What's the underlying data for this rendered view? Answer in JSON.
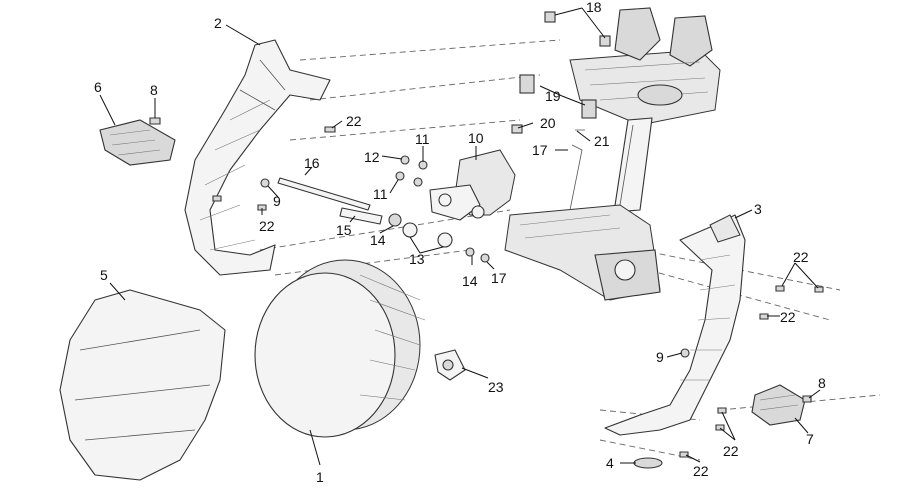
{
  "diagram": {
    "callouts": [
      "1",
      "2",
      "3",
      "4",
      "5",
      "6",
      "7",
      "8",
      "9",
      "10",
      "11",
      "12",
      "13",
      "14",
      "15",
      "16",
      "17",
      "18",
      "19",
      "20",
      "21",
      "22"
    ],
    "extra_callouts": [
      "23"
    ]
  }
}
